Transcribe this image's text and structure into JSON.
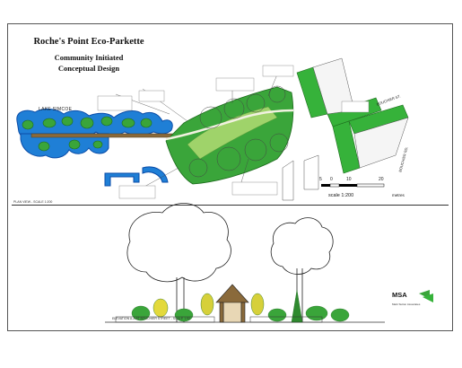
{
  "title": {
    "line1": "Roche's Point Eco-Parkette",
    "line2": "Community Initiated",
    "line3": "Conceptual Design"
  },
  "plan": {
    "lake_label": "LAKE SIMCOE",
    "road_label_1": "BOUCHIER ST.",
    "road_label_2": "BOUCHIER RD.",
    "caption": "PLAN VIEW - SCALE 1:200"
  },
  "scale_bar": {
    "ticks": [
      "5",
      "0",
      "10",
      "20"
    ],
    "label": "scale 1:200",
    "units": "metres"
  },
  "elevation": {
    "caption": "ELEVATION A-A AT BOUCHIER STREET - SCALE 1:50"
  },
  "firm": {
    "logo": "MSA",
    "name": "Mark Sutton Associates"
  },
  "colors": {
    "water": "#1f7fd6",
    "water_edge": "#0b4da8",
    "foliage": "#3aa53a",
    "road": "#36b23a",
    "path": "#9fd36a"
  }
}
